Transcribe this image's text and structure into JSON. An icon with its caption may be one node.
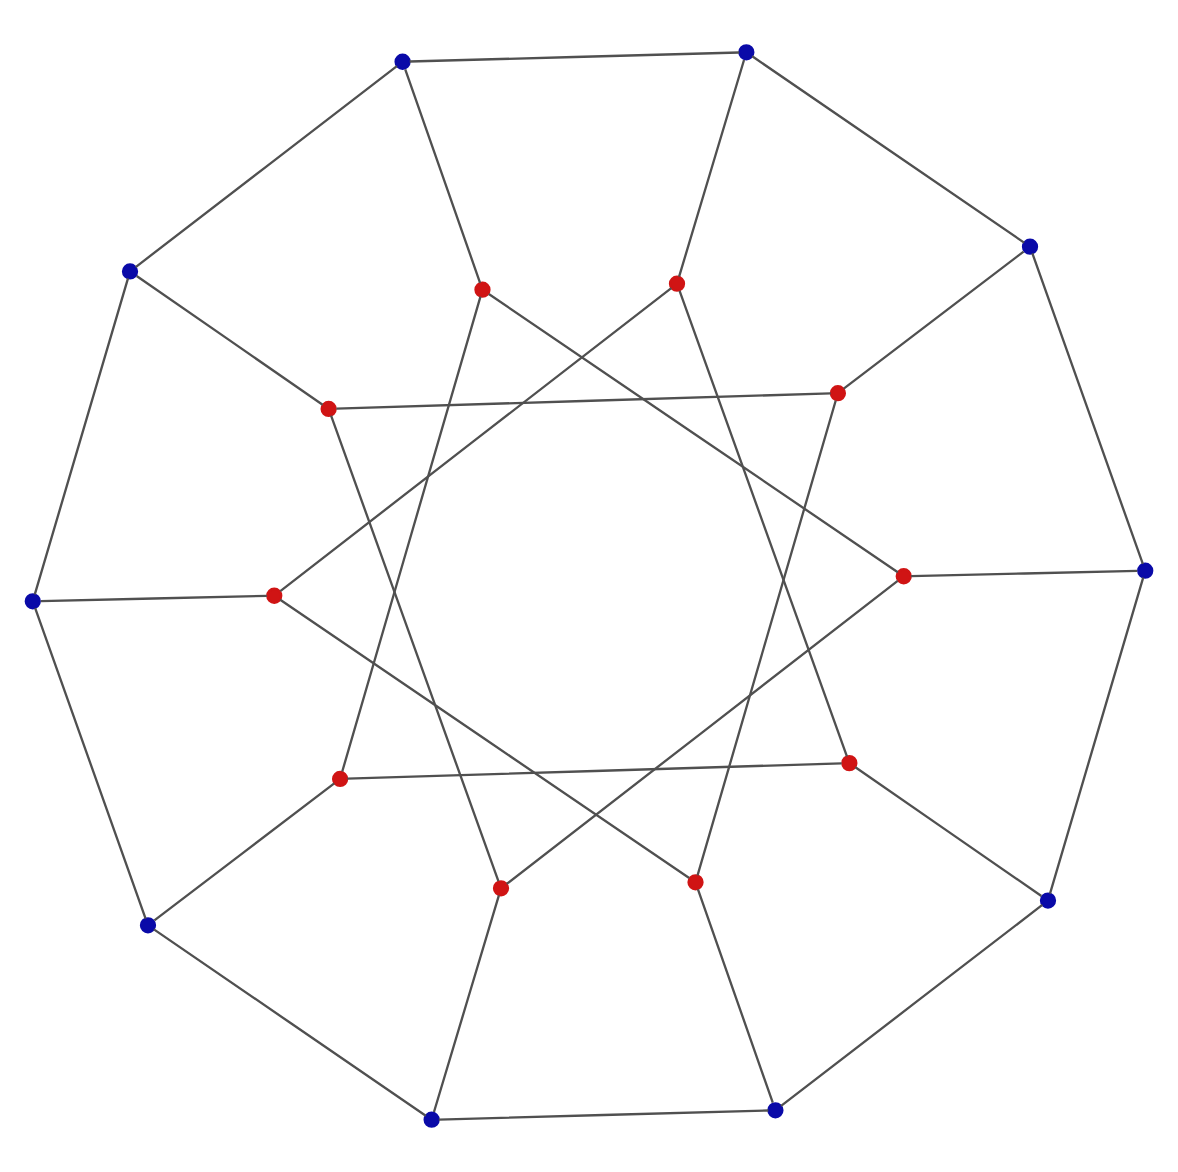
{
  "diagram": {
    "nodes": [
      {
        "text": [],
        "shape": "circle"
      },
      {
        "text": [],
        "shape": "circle"
      },
      {
        "text": [],
        "shape": "circle"
      },
      {
        "text": [],
        "shape": "circle"
      },
      {
        "text": [],
        "shape": "circle"
      },
      {
        "text": [],
        "shape": "circle"
      },
      {
        "text": [],
        "shape": "circle"
      },
      {
        "text": [],
        "shape": "circle"
      },
      {
        "text": [],
        "shape": "circle"
      },
      {
        "text": [],
        "shape": "circle"
      },
      {
        "text": [],
        "shape": "circle"
      },
      {
        "text": [],
        "shape": "circle"
      },
      {
        "text": [],
        "shape": "circle"
      },
      {
        "text": [],
        "shape": "circle"
      },
      {
        "text": [],
        "shape": "circle"
      },
      {
        "text": [],
        "shape": "circle"
      },
      {
        "text": [],
        "shape": "circle"
      },
      {
        "text": [],
        "shape": "circle"
      },
      {
        "text": [],
        "shape": "circle"
      },
      {
        "text": [],
        "shape": "circle"
      }
    ],
    "edges": [
      {
        "from": 0,
        "to": 1,
        "arrow": "none"
      },
      {
        "from": 1,
        "to": 2,
        "arrow": "none"
      },
      {
        "from": 2,
        "to": 3,
        "arrow": "none"
      },
      {
        "from": 3,
        "to": 4,
        "arrow": "none"
      },
      {
        "from": 4,
        "to": 5,
        "arrow": "none"
      },
      {
        "from": 5,
        "to": 6,
        "arrow": "none"
      },
      {
        "from": 6,
        "to": 7,
        "arrow": "none"
      },
      {
        "from": 7,
        "to": 8,
        "arrow": "none"
      },
      {
        "from": 8,
        "to": 9,
        "arrow": "none"
      },
      {
        "from": 9,
        "to": 0,
        "arrow": "none"
      },
      {
        "from": 0,
        "to": 10,
        "arrow": "none"
      },
      {
        "from": 1,
        "to": 11,
        "arrow": "none"
      },
      {
        "from": 2,
        "to": 12,
        "arrow": "none"
      },
      {
        "from": 3,
        "to": 13,
        "arrow": "none"
      },
      {
        "from": 4,
        "to": 14,
        "arrow": "none"
      },
      {
        "from": 5,
        "to": 15,
        "arrow": "none"
      },
      {
        "from": 6,
        "to": 16,
        "arrow": "none"
      },
      {
        "from": 7,
        "to": 17,
        "arrow": "none"
      },
      {
        "from": 8,
        "to": 18,
        "arrow": "none"
      },
      {
        "from": 9,
        "to": 19,
        "arrow": "none"
      },
      {
        "from": 10,
        "to": 13,
        "arrow": "none"
      },
      {
        "from": 11,
        "to": 14,
        "arrow": "none"
      },
      {
        "from": 12,
        "to": 15,
        "arrow": "none"
      },
      {
        "from": 13,
        "to": 16,
        "arrow": "none"
      },
      {
        "from": 14,
        "to": 17,
        "arrow": "none"
      },
      {
        "from": 15,
        "to": 18,
        "arrow": "none"
      },
      {
        "from": 16,
        "to": 19,
        "arrow": "none"
      },
      {
        "from": 17,
        "to": 10,
        "arrow": "none"
      },
      {
        "from": 18,
        "to": 11,
        "arrow": "none"
      },
      {
        "from": 19,
        "to": 12,
        "arrow": "none"
      }
    ]
  }
}
